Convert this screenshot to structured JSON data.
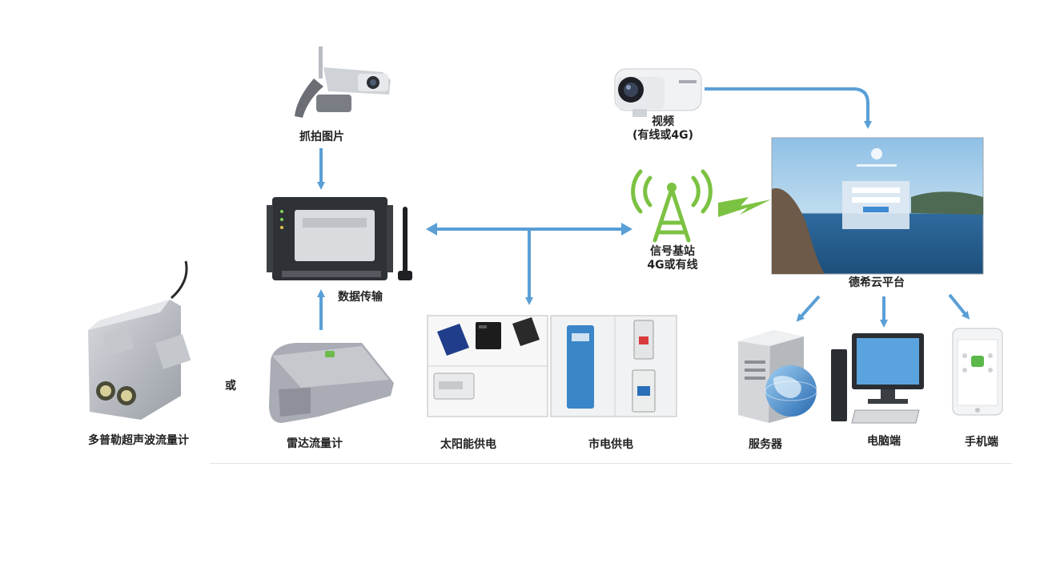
{
  "labels": {
    "capture": "抓拍图片",
    "video_title": "视频",
    "video_sub": "(有线或4G)",
    "data_transfer": "数据传输",
    "base_title": "信号基站",
    "base_sub": "4G或有线",
    "cloud": "德希云平台",
    "doppler": "多普勒超声波流量计",
    "or": "或",
    "radar": "雷达流量计",
    "solar": "太阳能供电",
    "mains": "市电供电",
    "server": "服务器",
    "pc": "电脑端",
    "mobile": "手机端"
  },
  "colors": {
    "arrow": "#5a9fd6",
    "signal_green": "#7cc242",
    "device_dark": "#2e3135",
    "radar_grey": "#a9acb4",
    "sea_blue": "#2f6a9e"
  },
  "icons": [
    "camera-icon",
    "router-icon",
    "signal-tower-icon",
    "cloud-screen-icon",
    "sensor-icon",
    "radar-icon",
    "solar-kit-icon",
    "power-supply-icon",
    "server-icon",
    "globe-icon",
    "desktop-icon",
    "phone-icon"
  ]
}
